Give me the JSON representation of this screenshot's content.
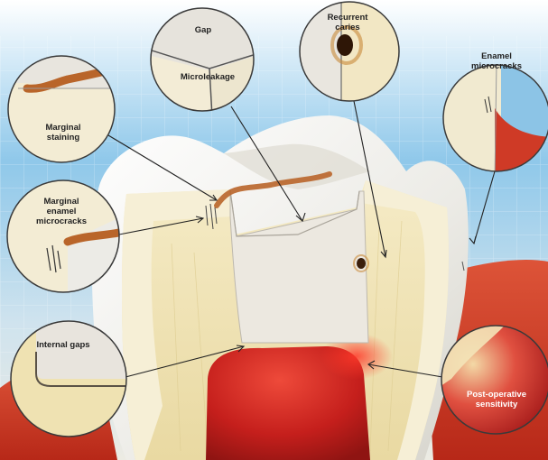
{
  "labels": {
    "gap": "Gap",
    "microleakage": "Microleakage",
    "recurrent_caries": "Recurrent\ncaries",
    "enamel_microcracks": "Enamel\nmicrocracks",
    "marginal_staining": "Marginal\nstaining",
    "marginal_enamel_microcracks": "Marginal\nenamel\nmicrocracks",
    "internal_gaps": "Internal gaps",
    "post_operative_sensitivity": "Post-operative\nsensitivity"
  },
  "colors": {
    "sky": "#8fc8ea",
    "enamel": "#f2efe8",
    "dentin": "#efe2b2",
    "pulp": "#c51f1c",
    "gum": "#cf3a26",
    "restoration": "#eae6de",
    "stain": "#b9652a",
    "sensitivity": "#d42a2a"
  }
}
